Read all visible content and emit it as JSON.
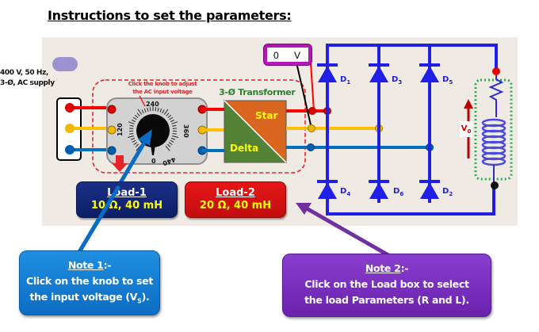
{
  "title": "Instructions to set the parameters:",
  "supply": {
    "line1": "400 V, 50 Hz,",
    "line2": "3-Ø, AC supply"
  },
  "knob": {
    "hint_line1": "Click the knob to adjust",
    "hint_line2": "the AC input voltage",
    "ticks": [
      "0",
      "120",
      "240",
      "360",
      "440"
    ]
  },
  "transformer": {
    "label": "3-Ø Transformer",
    "star": "Star",
    "delta": "Delta"
  },
  "voltmeter": {
    "value": "0",
    "unit": "V"
  },
  "diodes": [
    {
      "name": "D",
      "sub": "1"
    },
    {
      "name": "D",
      "sub": "3"
    },
    {
      "name": "D",
      "sub": "5"
    },
    {
      "name": "D",
      "sub": "4"
    },
    {
      "name": "D",
      "sub": "6"
    },
    {
      "name": "D",
      "sub": "2"
    }
  ],
  "output": {
    "label": "V",
    "sub": "0"
  },
  "loads": [
    {
      "name": "Load-1",
      "value": "10 Ω, 40 mH"
    },
    {
      "name": "Load-2",
      "value": "20 Ω, 40 mH"
    }
  ],
  "notes": [
    {
      "title": "Note 1",
      "suffix": ":-",
      "line1": "Click on the knob to set",
      "line2": "the input voltage (V",
      "line2_sub": "S",
      "line2_end": ")."
    },
    {
      "title": "Note 2",
      "suffix": ":-",
      "line1": "Click on the Load box to select",
      "line2": "the load Parameters (R and L)."
    }
  ],
  "colors": {
    "phase_r": "#ff0000",
    "phase_y": "#ffc000",
    "phase_b": "#0070c0",
    "diode": "#1f1fe8",
    "note1": "#0b6cc4",
    "note2": "#7030a0"
  }
}
